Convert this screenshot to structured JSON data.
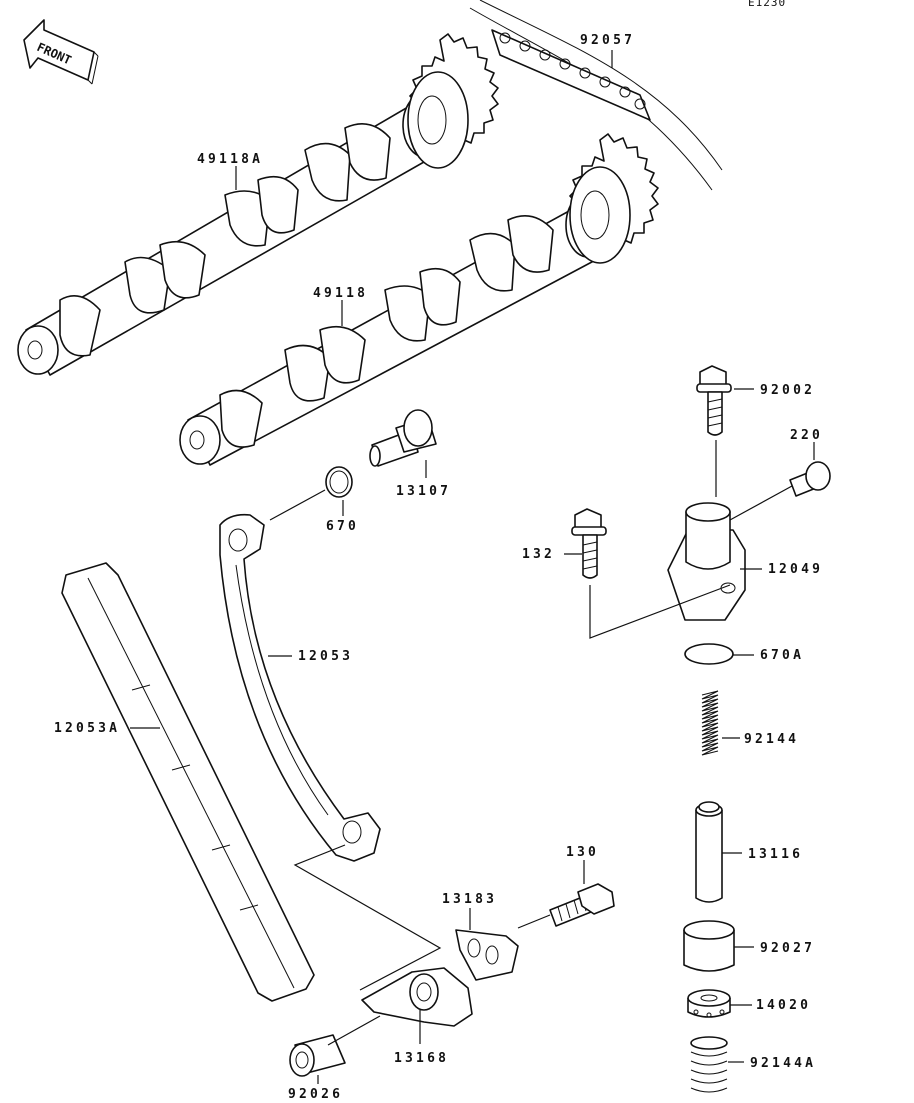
{
  "diagram": {
    "code": "E1230",
    "front": "FRONT",
    "labels": {
      "p92057": "92057",
      "p49118A": "49118A",
      "p49118": "49118",
      "p92002": "92002",
      "p220": "220",
      "p13107": "13107",
      "p670": "670",
      "p132": "132",
      "p12049": "12049",
      "p670A": "670A",
      "p12053": "12053",
      "p12053A": "12053A",
      "p92144": "92144",
      "p13116": "13116",
      "p130": "130",
      "p13183": "13183",
      "p92027": "92027",
      "p14020": "14020",
      "p13168": "13168",
      "p92026": "92026",
      "p92144A": "92144A"
    }
  }
}
